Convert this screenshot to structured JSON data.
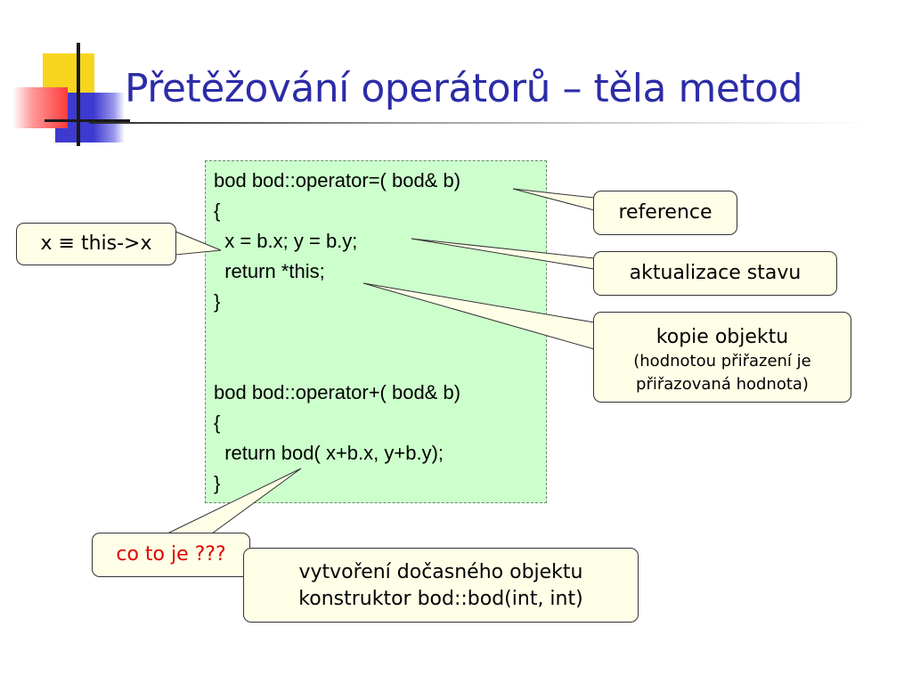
{
  "slide": {
    "title": "Přetěžování operátorů – těla metod"
  },
  "code": {
    "lines": [
      "bod bod::operator=( bod& b)",
      "{",
      "  x = b.x; y = b.y;",
      "  return *this;",
      "}",
      "bod bod::operator+( bod& b)",
      "{",
      "  return bod( x+b.x, y+b.y);",
      "}"
    ]
  },
  "callouts": {
    "reference": "reference",
    "aktualizace": "aktualizace stavu",
    "kopie_main": "kopie objektu",
    "kopie_sub1": "(hodnotou přiřazení je",
    "kopie_sub2": "přiřazovaná hodnota)",
    "x_this": "x ≡  this->x",
    "co_to_je": "co to je ???",
    "vytvoreni_1": "vytvoření dočasného objektu",
    "vytvoreni_2": "konstruktor bod::bod(int, int)"
  },
  "colors": {
    "title": "#2c2ca8",
    "code_background": "#ccffcc",
    "callout_background": "#ffffe8",
    "question_text": "#e00000"
  }
}
